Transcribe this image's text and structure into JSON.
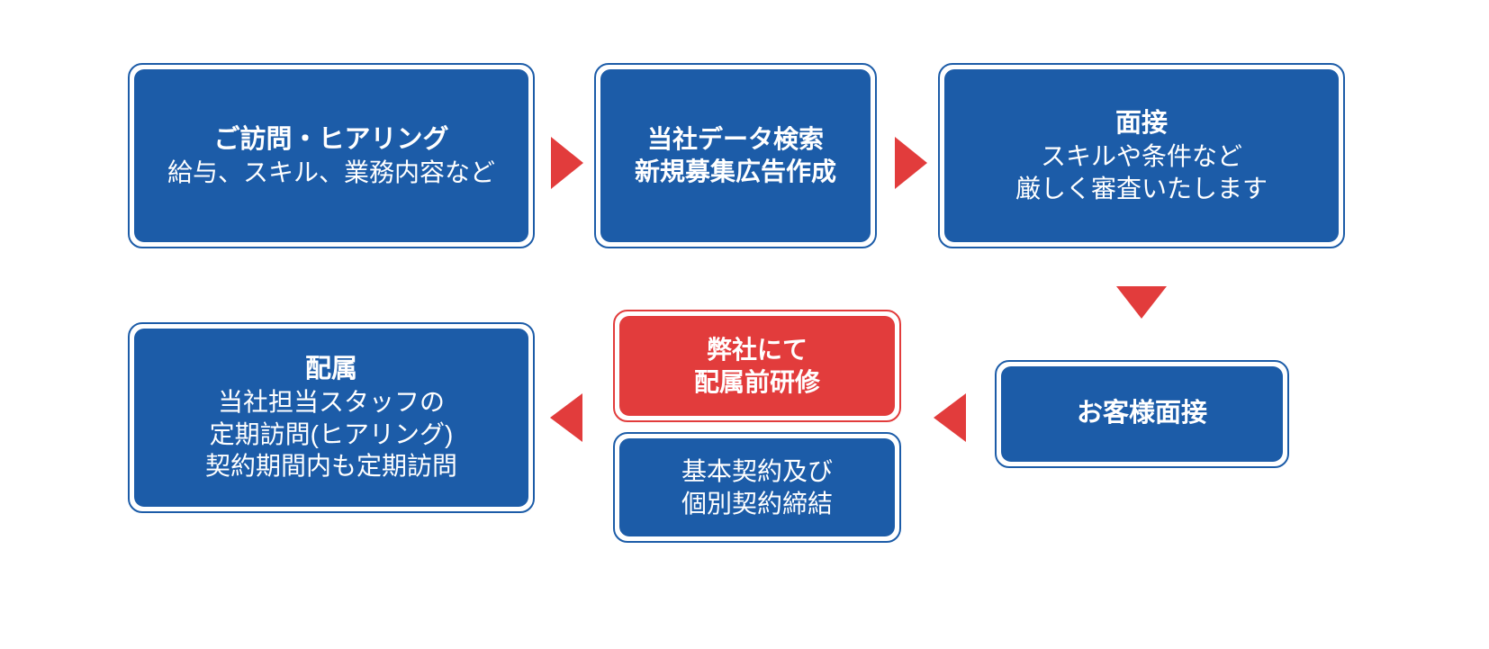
{
  "diagram": {
    "title": "staffing-process-flow",
    "steps": {
      "visit": {
        "title": "ご訪問・ヒアリング",
        "lines": [
          "給与、スキル、業務内容など"
        ]
      },
      "search": {
        "lines": [
          "当社データ検索",
          "新規募集広告作成"
        ]
      },
      "interview": {
        "title": "面接",
        "lines": [
          "スキルや条件など",
          "厳しく審査いたします"
        ]
      },
      "client_interview": {
        "title": "お客様面接"
      },
      "training": {
        "lines": [
          "弊社にて",
          "配属前研修"
        ]
      },
      "contract": {
        "lines": [
          "基本契約及び",
          "個別契約締結"
        ]
      },
      "assignment": {
        "title": "配属",
        "lines": [
          "当社担当スタッフの",
          "定期訪問(ヒアリング)",
          "契約期間内も定期訪問"
        ]
      }
    }
  },
  "colors": {
    "blue": "#1c5ca8",
    "red": "#e23c3c",
    "text": "#ffffff",
    "background": "#ffffff"
  }
}
